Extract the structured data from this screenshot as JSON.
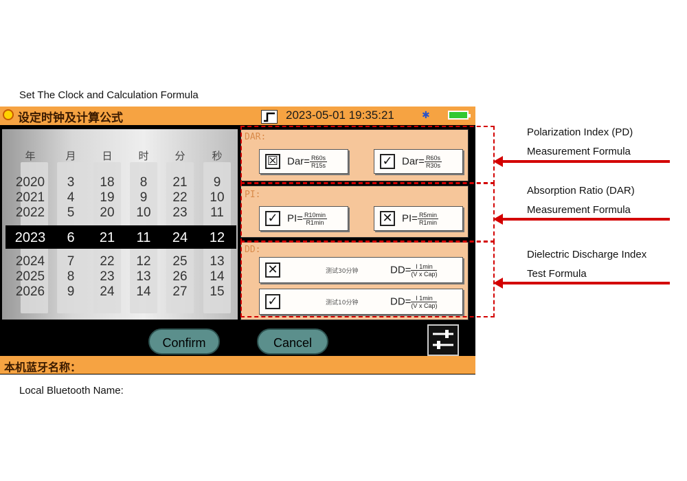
{
  "caption_top": "Set The Clock and Calculation Formula",
  "caption_bottom": "Local Bluetooth Name:",
  "header": {
    "title": "设定时钟及计算公式",
    "datetime": "2023-05-01 19:35:21",
    "bluetooth_glyph": "✱"
  },
  "picker": {
    "headers": [
      "年",
      "月",
      "日",
      "时",
      "分",
      "秒"
    ],
    "above": [
      [
        "2020",
        "3",
        "18",
        "8",
        "21",
        "9"
      ],
      [
        "2021",
        "4",
        "19",
        "9",
        "22",
        "10"
      ],
      [
        "2022",
        "5",
        "20",
        "10",
        "23",
        "11"
      ]
    ],
    "selected": [
      "2023",
      "6",
      "21",
      "11",
      "24",
      "12"
    ],
    "below": [
      [
        "2024",
        "7",
        "22",
        "12",
        "25",
        "13"
      ],
      [
        "2025",
        "8",
        "23",
        "13",
        "26",
        "14"
      ],
      [
        "2026",
        "9",
        "24",
        "14",
        "27",
        "15"
      ]
    ]
  },
  "dar": {
    "label": "DAR:",
    "opt1": {
      "prefix": "Dar=",
      "num": "R60s",
      "den": "R15s",
      "mark": "☒"
    },
    "opt2": {
      "prefix": "Dar=",
      "num": "R60s",
      "den": "R30s",
      "mark": "✓"
    }
  },
  "pi": {
    "label": "PI:",
    "opt1": {
      "prefix": "PI=",
      "num": "R10min",
      "den": "R1min",
      "mark": "✓"
    },
    "opt2": {
      "prefix": "PI=",
      "num": "R5min",
      "den": "R1min",
      "mark": "✕"
    }
  },
  "dd": {
    "label": "DD:",
    "opt1": {
      "note": "测试30分钟",
      "prefix": "DD=",
      "num": "I 1min",
      "den": "(V x Cap)",
      "mark": "✕"
    },
    "opt2": {
      "note": "测试10分钟",
      "prefix": "DD=",
      "num": "I 1min",
      "den": "(V x Cap)",
      "mark": "✓"
    }
  },
  "buttons": {
    "confirm": "Confirm",
    "cancel": "Cancel"
  },
  "footer": {
    "bluetooth_label": "本机蓝牙名称："
  },
  "annotations": {
    "pd_line1": "Polarization Index (PD)",
    "pd_line2": "Measurement Formula",
    "dar_line1": "Absorption Ratio (DAR)",
    "dar_line2": "Measurement Formula",
    "dd_line1": "Dielectric Discharge Index",
    "dd_line2": "Test Formula"
  },
  "colors": {
    "accent_orange": "#f6a342",
    "panel_peach": "#f6c69a",
    "annotation_red": "#d30000",
    "button_teal": "#5b8f8c"
  }
}
